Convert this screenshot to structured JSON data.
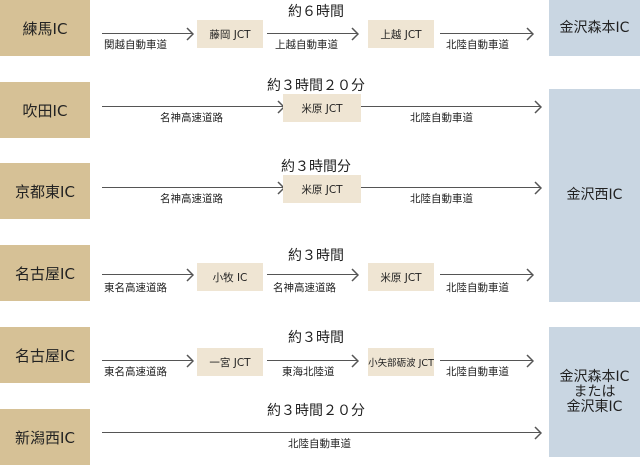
{
  "routes": [
    {
      "origin": "練馬IC",
      "time": "約６時間",
      "jcts": [
        "藤岡 JCT",
        "上越 JCT"
      ],
      "roads": [
        "関越自動車道",
        "上越自動車道",
        "北陸自動車道"
      ]
    },
    {
      "origin": "吹田IC",
      "time": "約３時間２０分",
      "jcts": [
        "米原 JCT"
      ],
      "roads": [
        "名神高速道路",
        "北陸自動車道"
      ]
    },
    {
      "origin": "京都東IC",
      "time": "約３時間分",
      "jcts": [
        "米原 JCT"
      ],
      "roads": [
        "名神高速道路",
        "北陸自動車道"
      ]
    },
    {
      "origin": "名古屋IC",
      "time": "約３時間",
      "jcts": [
        "小牧 IC",
        "米原 JCT"
      ],
      "roads": [
        "東名高速道路",
        "名神高速道路",
        "北陸自動車道"
      ]
    },
    {
      "origin": "名古屋IC",
      "time": "約３時間",
      "jcts": [
        "一宮 JCT",
        "小矢部砺波 JCT"
      ],
      "roads": [
        "東名高速道路",
        "東海北陸道",
        "北陸自動車道"
      ]
    },
    {
      "origin": "新潟西IC",
      "time": "約３時間２０分",
      "jcts": [],
      "roads": [
        "北陸自動車道"
      ]
    }
  ],
  "destinations": [
    {
      "lines": [
        "金沢森本IC"
      ]
    },
    {
      "lines": [
        "金沢西IC"
      ]
    },
    {
      "lines": [
        "金沢森本IC",
        "または",
        "金沢東IC"
      ]
    }
  ],
  "colors": {
    "origin": "#d6c196",
    "destination": "#c9d6e2",
    "jct": "#efe5d3"
  }
}
